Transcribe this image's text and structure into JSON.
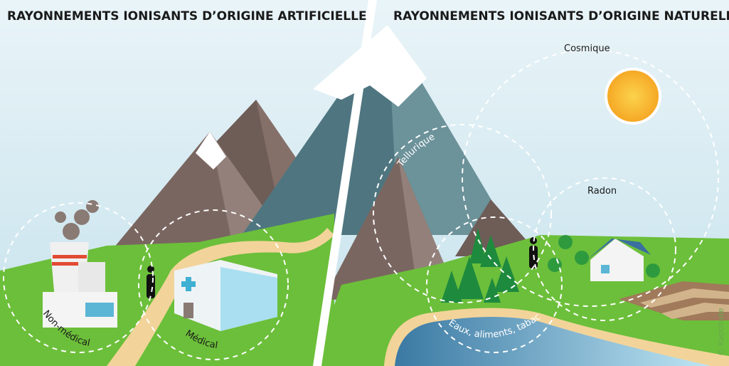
{
  "left_panel": {
    "title": "RAYONNEMENTS IONISANTS D’ORIGINE ARTIFICIELLE",
    "labels": {
      "non_medical": "Non-médical",
      "medical": "Médical"
    }
  },
  "right_panel": {
    "title": "RAYONNEMENTS IONISANTS D’ORIGINE NATURELLE",
    "labels": {
      "cosmique": "Cosmique",
      "tellurique": "Tellurique",
      "radon": "Radon",
      "eaux": "Eaux, aliments, tabac"
    }
  },
  "credit": "© Kaptitude",
  "colors": {
    "sky": "#d6eaf2",
    "grass": "#6cbf3a",
    "mountain_brown": "#7a6660",
    "mountain_blue": "#4f7680",
    "water": "#3d7fa8",
    "sand": "#f2d49a",
    "sun": "#f7b928"
  }
}
